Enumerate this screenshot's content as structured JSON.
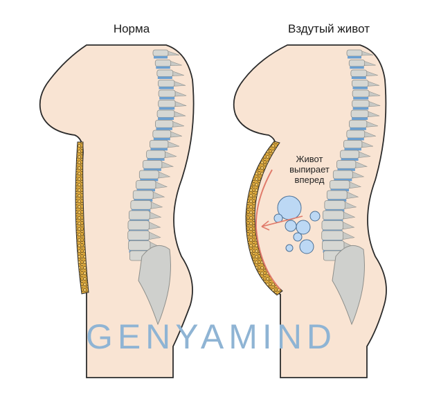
{
  "panels": [
    {
      "title": "Норма"
    },
    {
      "title": "Вздутый живот",
      "note_lines": [
        "Живот",
        "выпирает",
        "вперед"
      ]
    }
  ],
  "watermark": "GENYAMIND",
  "colors": {
    "skin": "#f9e4d3",
    "outline": "#2b2b2b",
    "fat": "#d9a53a",
    "disc": "#6b9fd0",
    "bubble": "#bcd8f4",
    "arrow": "#e07a6a",
    "watermark": "#8fb4d4"
  }
}
